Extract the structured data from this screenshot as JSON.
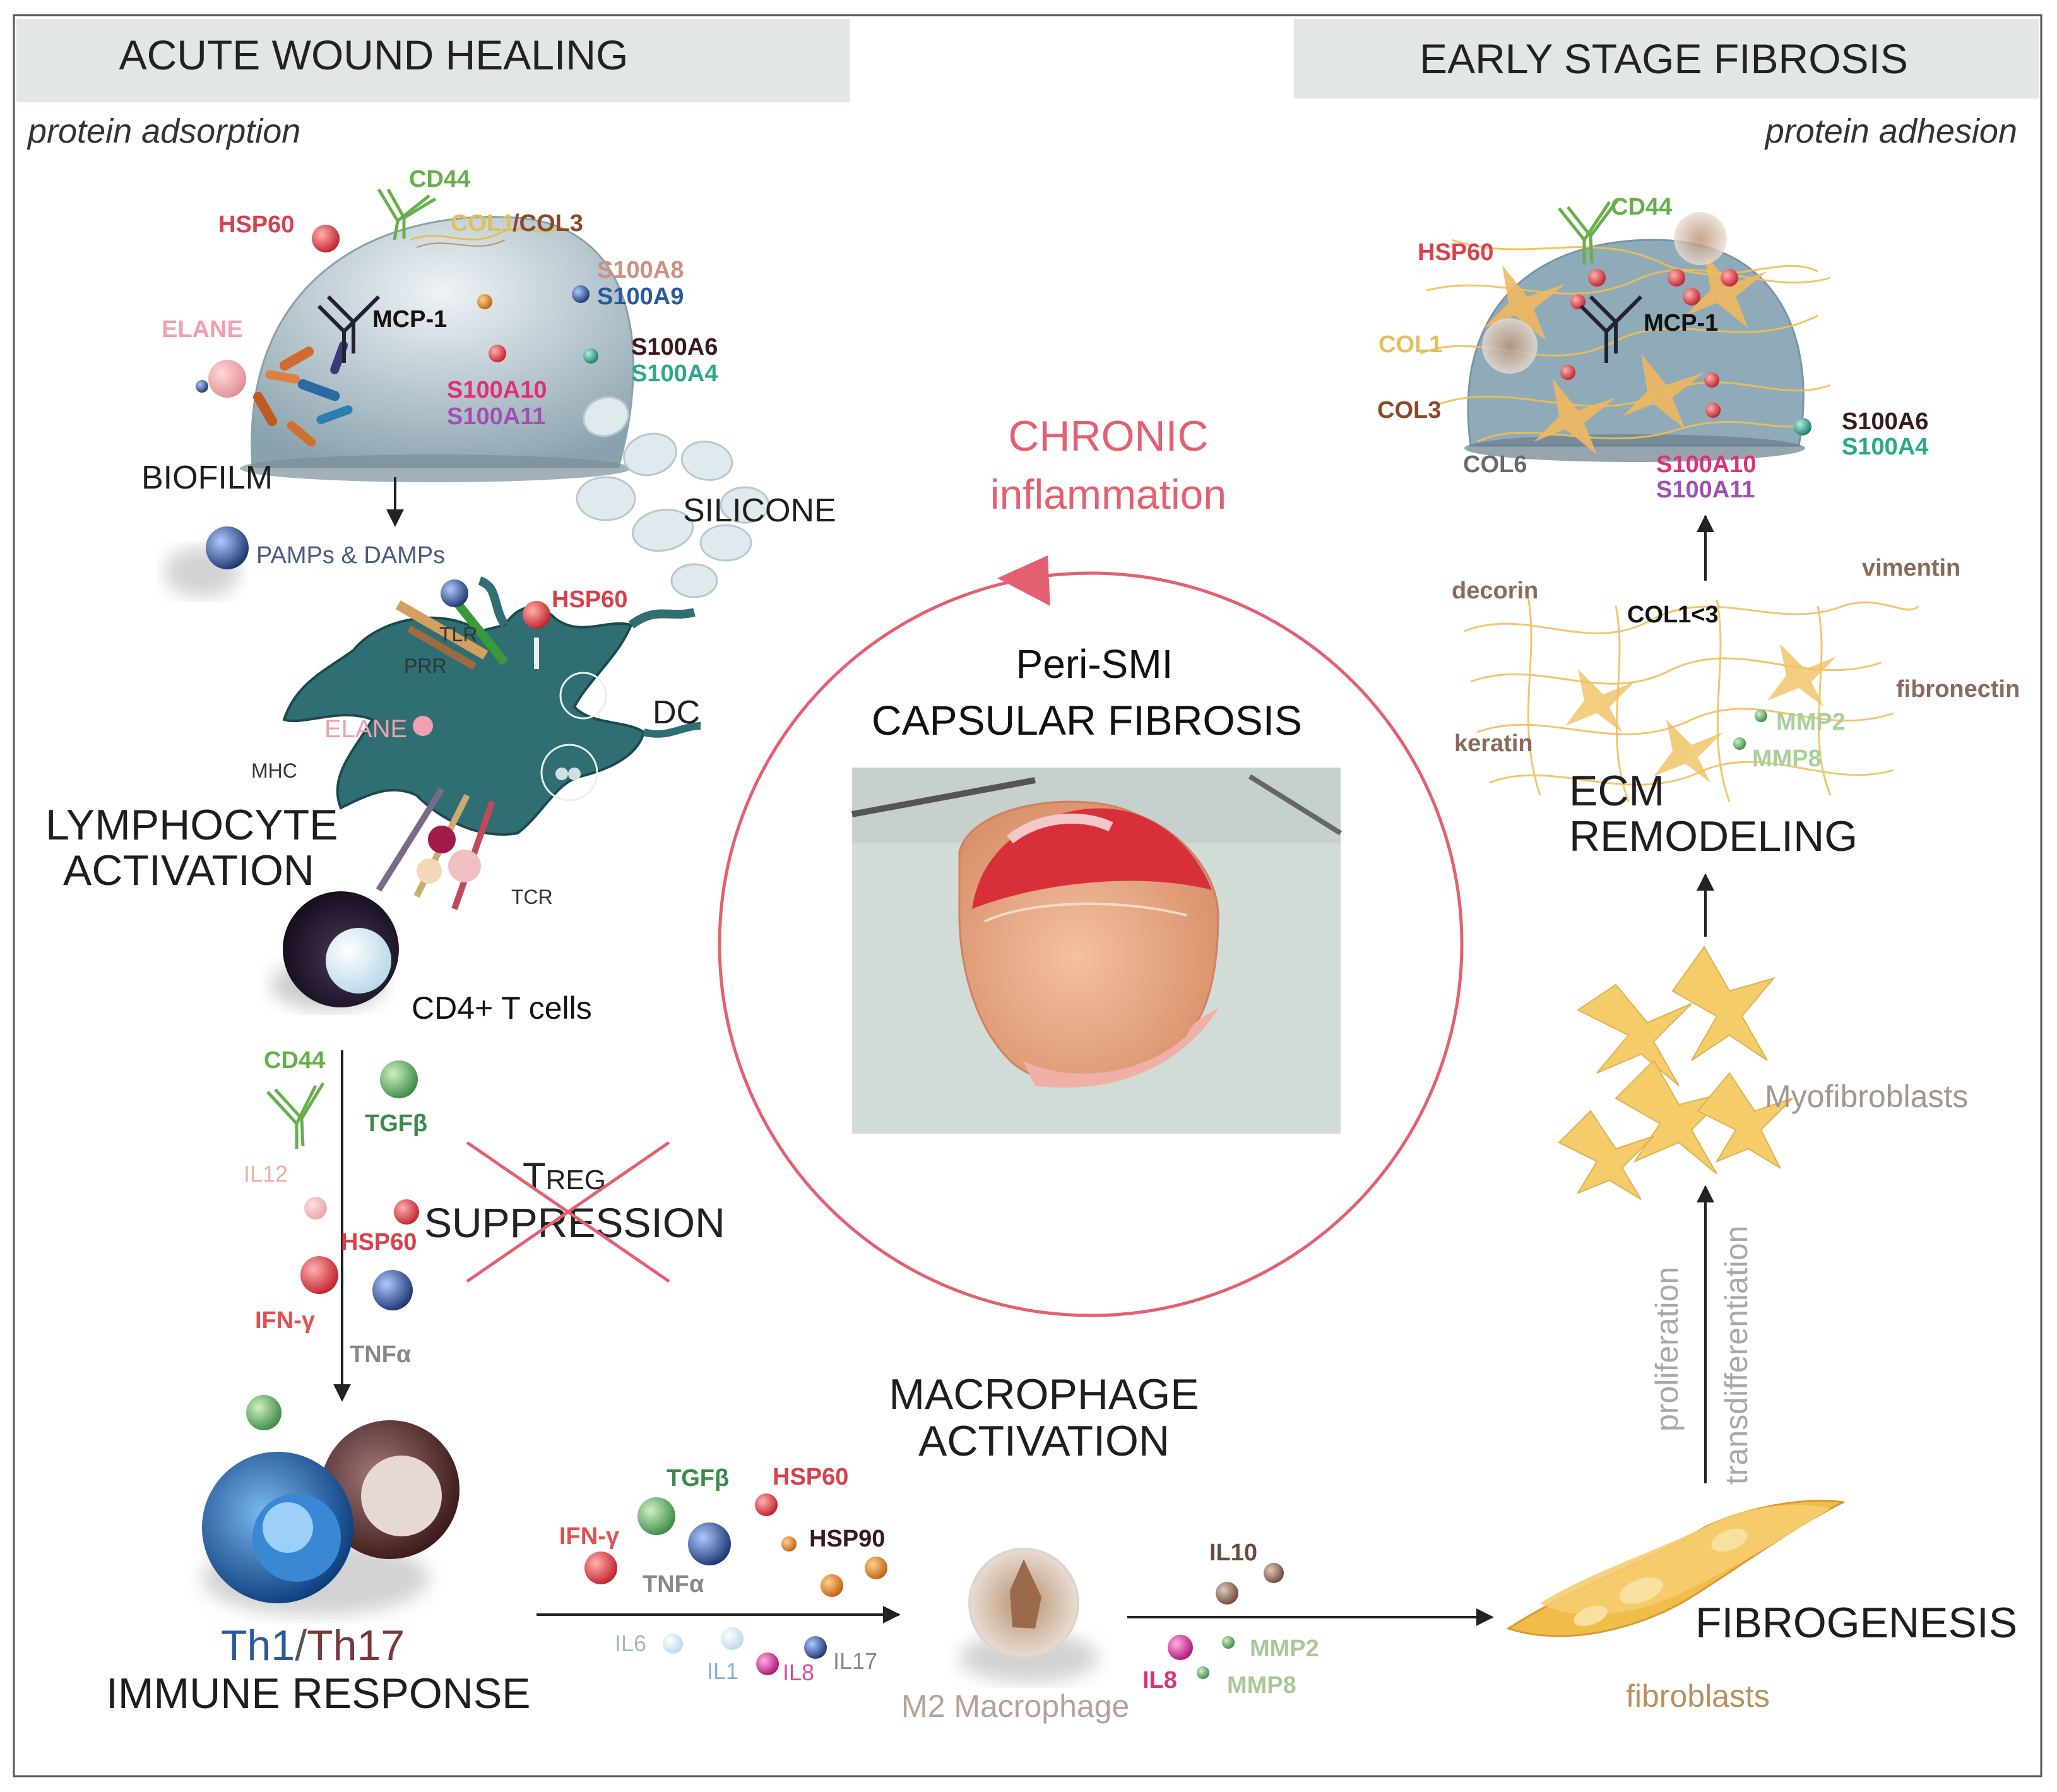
{
  "panels": {
    "left_title": "ACUTE WOUND HEALING",
    "right_title": "EARLY STAGE FIBROSIS",
    "left_subtitle": "protein adsorption",
    "right_subtitle": "protein adhesion"
  },
  "biofilm_section": {
    "biofilm": "BIOFILM",
    "silicone": "SILICONE",
    "cd44": "CD44",
    "hsp60": "HSP60",
    "col1": "COL1",
    "col3": "/COL3",
    "s100a8": "S100A8",
    "s100a9": "S100A9",
    "elane": "ELANE",
    "mcp1": "MCP-1",
    "s100a6": "S100A6",
    "s100a4": "S100A4",
    "s100a10": "S100A10",
    "s100a11": "S100A11",
    "pamps": "PAMPs & DAMPs"
  },
  "dc_section": {
    "hsp60": "HSP60",
    "tlr": "TLR",
    "prr": "PRR",
    "dc": "DC",
    "elane": "ELANE",
    "mhc": "MHC",
    "tcr": "TCR",
    "lymph_line1": "LYMPHOCYTE",
    "lymph_line2": "ACTIVATION",
    "cd4": "CD4+ T cells"
  },
  "cytokine_section": {
    "cd44": "CD44",
    "tgfb": "TGFβ",
    "il12": "IL12",
    "hsp60": "HSP60",
    "ifng": "IFN-γ",
    "tnfa": "TNFα",
    "treg_t": "T",
    "treg_reg": "REG",
    "suppression": "SUPPRESSION"
  },
  "th_section": {
    "th1": "Th1",
    "slash": "/",
    "th17": "Th17",
    "immune": "IMMUNE RESPONSE"
  },
  "center": {
    "chronic": "CHRONIC",
    "inflammation": "inflammation",
    "peri": "Peri-SMI",
    "capsular": "CAPSULAR FIBROSIS"
  },
  "macrophage_section": {
    "title1": "MACROPHAGE",
    "title2": "ACTIVATION",
    "tgfb": "TGFβ",
    "hsp60": "HSP60",
    "ifng": "IFN-γ",
    "hsp90": "HSP90",
    "tnfa": "TNFα",
    "il6": "IL6",
    "il1": "IL1",
    "il8": "IL8",
    "il17": "IL17",
    "m2": "M2 Macrophage",
    "il10": "IL10",
    "il8b": "IL8",
    "mmp2": "MMP2",
    "mmp8": "MMP8"
  },
  "right_section": {
    "cd44": "CD44",
    "hsp60": "HSP60",
    "mcp1": "MCP-1",
    "col1": "COL1",
    "col3": "COL3",
    "col6": "COL6",
    "s100a6": "S100A6",
    "s100a4": "S100A4",
    "s100a10": "S100A10",
    "s100a11": "S100A11",
    "decorin": "decorin",
    "vimentin": "vimentin",
    "col1lt3": "COL1<3",
    "fibronectin": "fibronectin",
    "keratin": "keratin",
    "mmp2": "MMP2",
    "mmp8": "MMP8",
    "ecm1": "ECM",
    "ecm2": "REMODELING",
    "myofib": "Myofibroblasts",
    "proliferation": "proliferation",
    "transdiff": "transdifferentiation",
    "fibrogenesis": "FIBROGENESIS",
    "fibroblasts": "fibroblasts"
  },
  "colors": {
    "accent_red": "#e46070",
    "hsp_red": "#d8404c",
    "cd44_green": "#66b04a",
    "s100a9_blue": "#2a5a9a",
    "s100a4_teal": "#2aa88a",
    "s100a10_magenta": "#e0307a",
    "s100a11_purple": "#a050b0",
    "col1_gold": "#e2bf5a",
    "col3_brown": "#8a4a2a",
    "cell_teal": "#2f6e72",
    "fibro_yellow": "#f0c050"
  }
}
